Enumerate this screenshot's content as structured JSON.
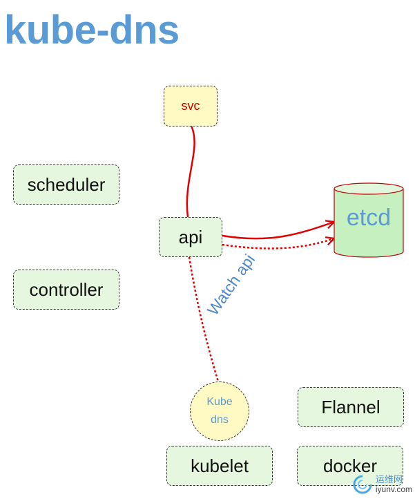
{
  "title": "kube-dns",
  "nodes": {
    "svc": "svc",
    "scheduler": "scheduler",
    "api": "api",
    "controller": "controller",
    "etcd": "etcd",
    "kube_dns_line1": "Kube",
    "kube_dns_line2": "dns",
    "flannel": "Flannel",
    "kubelet": "kubelet",
    "docker": "docker"
  },
  "edge_label": "Watch api",
  "colors": {
    "title": "#5b9bd5",
    "node_fill": "#e6f7e0",
    "svc_fill": "#fff9c4",
    "svc_text": "#c00000",
    "edge": "#e00000",
    "label": "#4f88c6"
  },
  "watermark": {
    "line1": "运维网",
    "line2": "iyunv.com"
  }
}
